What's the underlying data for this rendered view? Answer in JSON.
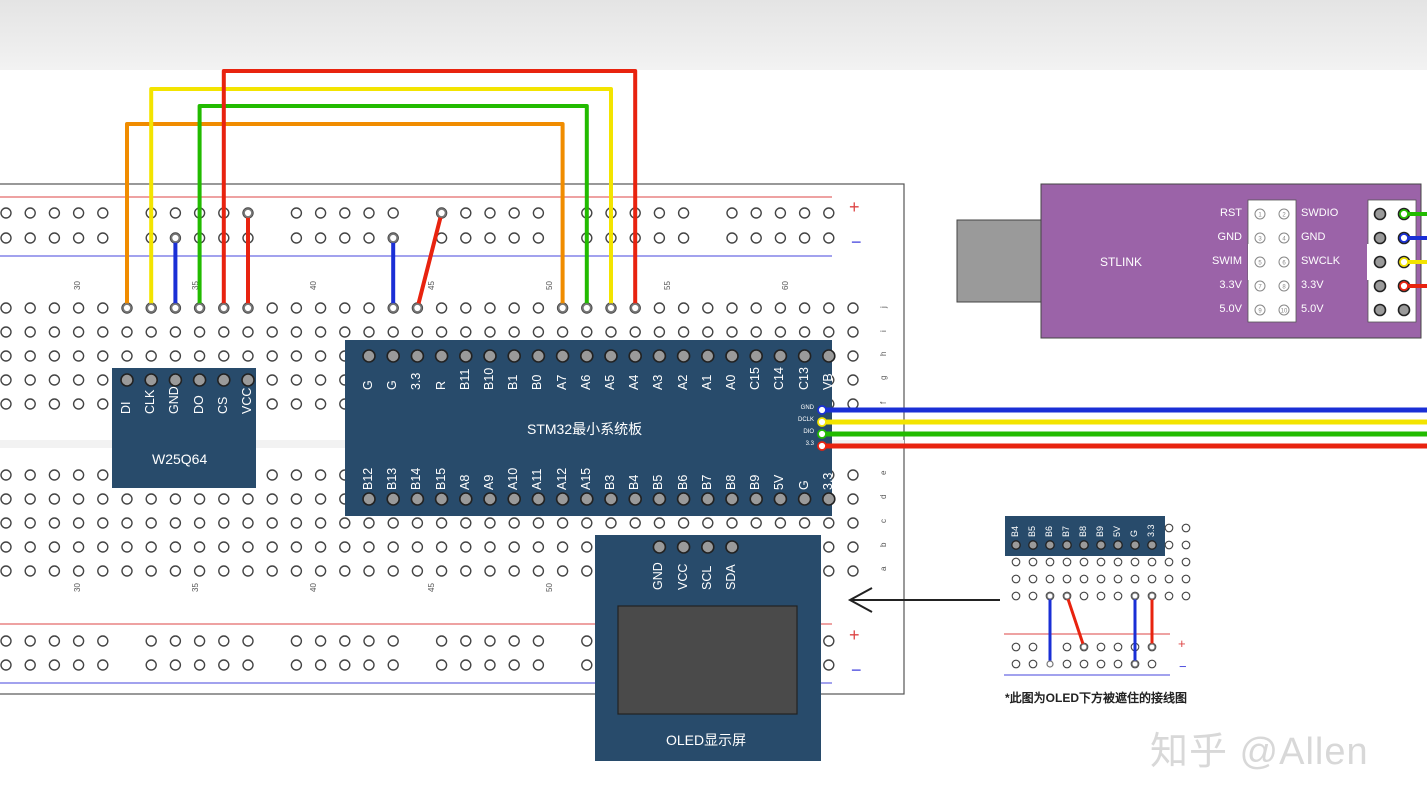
{
  "colors": {
    "gnd": "#1a2fd6",
    "clk": "#f3e400",
    "dio": "#22bb00",
    "power": "#e8230f",
    "di": "#f08c00",
    "board": "#284b6b",
    "stlink": "#9b63a8"
  },
  "breadboard": {
    "rail_plus": "+",
    "rail_minus": "−",
    "row_letters": [
      "j",
      "i",
      "h",
      "g",
      "f",
      "e",
      "d",
      "c",
      "b",
      "a"
    ],
    "column_numbers": [
      "30",
      "35",
      "40",
      "45",
      "50",
      "55",
      "60"
    ]
  },
  "w25q64": {
    "name": "W25Q64",
    "pins": [
      "DI",
      "CLK",
      "GND",
      "DO",
      "CS",
      "VCC"
    ]
  },
  "stm32": {
    "name": "STM32最小系统板",
    "top_pins": [
      "G",
      "G",
      "3.3",
      "R",
      "B11",
      "B10",
      "B1",
      "B0",
      "A7",
      "A6",
      "A5",
      "A4",
      "A3",
      "A2",
      "A1",
      "A0",
      "C15",
      "C14",
      "C13",
      "VB"
    ],
    "bottom_pins": [
      "B12",
      "B13",
      "B14",
      "B15",
      "A8",
      "A9",
      "A10",
      "A11",
      "A12",
      "A15",
      "B3",
      "B4",
      "B5",
      "B6",
      "B7",
      "B8",
      "B9",
      "5V",
      "G",
      "3.3"
    ],
    "swd_pins": [
      "GND",
      "DCLK",
      "DIO",
      "3.3"
    ]
  },
  "stlink": {
    "name": "STLINK",
    "left_labels": [
      "RST",
      "GND",
      "SWIM",
      "3.3V",
      "5.0V"
    ],
    "right_labels": [
      "SWDIO",
      "GND",
      "SWCLK",
      "3.3V",
      "5.0V"
    ],
    "pin_numbers_left": [
      "1",
      "3",
      "5",
      "7",
      "9"
    ],
    "pin_numbers_right": [
      "2",
      "4",
      "6",
      "8",
      "10"
    ]
  },
  "oled": {
    "name": "OLED显示屏",
    "pins": [
      "GND",
      "VCC",
      "SCL",
      "SDA"
    ]
  },
  "inset": {
    "pins": [
      "B4",
      "B5",
      "B6",
      "B7",
      "B8",
      "B9",
      "5V",
      "G",
      "3.3"
    ],
    "note": "*此图为OLED下方被遮住的接线图",
    "rail_plus": "+",
    "rail_minus": "−"
  },
  "watermark": "知乎 @Allen"
}
